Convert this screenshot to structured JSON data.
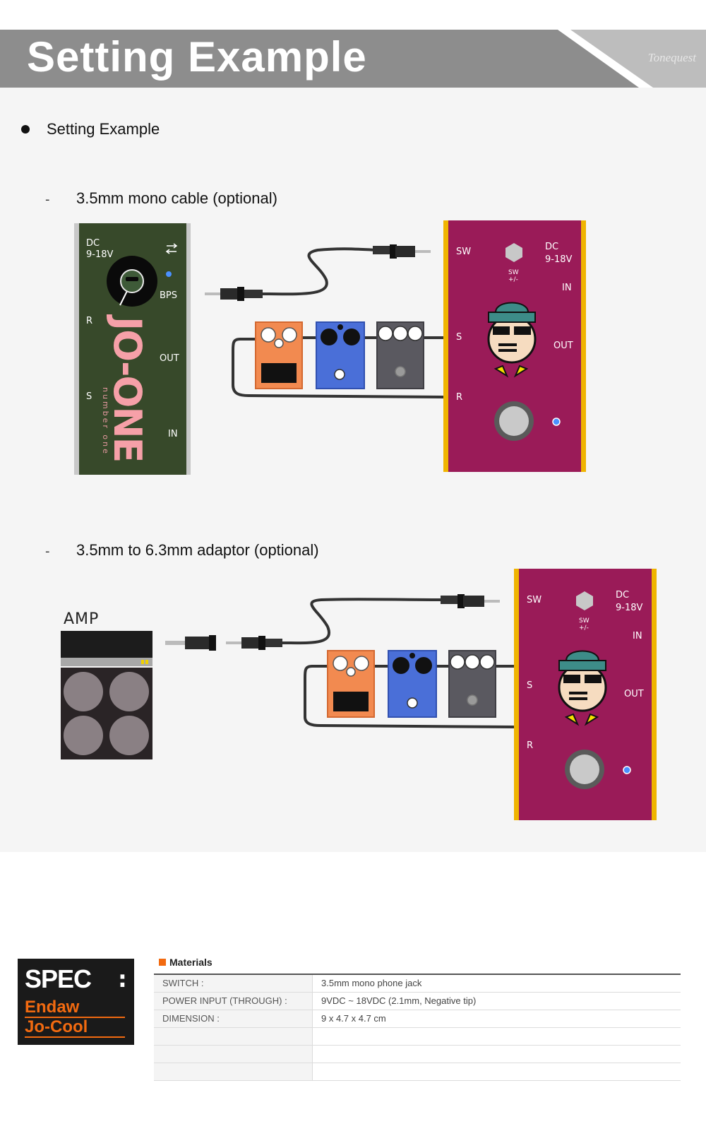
{
  "header": {
    "title": "Setting Example",
    "brand": "Tonequest"
  },
  "section": {
    "heading": "Setting Example"
  },
  "examples": [
    {
      "dash": "-",
      "label": "3.5mm mono cable (optional)"
    },
    {
      "dash": "-",
      "label": "3.5mm to 6.3mm adaptor (optional)"
    }
  ],
  "jo_one": {
    "dc": "DC",
    "voltage": "9-18V",
    "swap_icon": "swap-arrows-icon",
    "bps": "BPS",
    "r": "R",
    "out": "OUT",
    "s": "S",
    "in": "IN",
    "name": "JO-ONE",
    "subname": "number one"
  },
  "jo_cool": {
    "sw": "SW",
    "sw_small": "SW",
    "sw_pm": "+/-",
    "dc": "DC",
    "voltage": "9-18V",
    "in": "IN",
    "s": "S",
    "out": "OUT",
    "r": "R"
  },
  "amp": {
    "label": "AMP"
  },
  "colors": {
    "jo_one_body": "#37492a",
    "jo_cool_body": "#9a1b58",
    "jo_cool_edge": "#f0b400",
    "pedal_orange": "#f28a50",
    "pedal_blue": "#4a6fd8",
    "pedal_gray": "#5a5960",
    "accent": "#f26a10"
  },
  "spec": {
    "title": "SPEC",
    "colon": ":",
    "line1": "Endaw",
    "line2": "Jo-Cool",
    "materials_label": "Materials",
    "rows": [
      {
        "key": "SWITCH :",
        "value": "3.5mm mono phone jack"
      },
      {
        "key": "POWER INPUT (THROUGH) :",
        "value": "9VDC ~ 18VDC (2.1mm, Negative tip)"
      },
      {
        "key": "DIMENSION :",
        "value": "9 x 4.7 x 4.7 cm"
      },
      {
        "key": "",
        "value": ""
      },
      {
        "key": "",
        "value": ""
      },
      {
        "key": "",
        "value": ""
      }
    ]
  }
}
